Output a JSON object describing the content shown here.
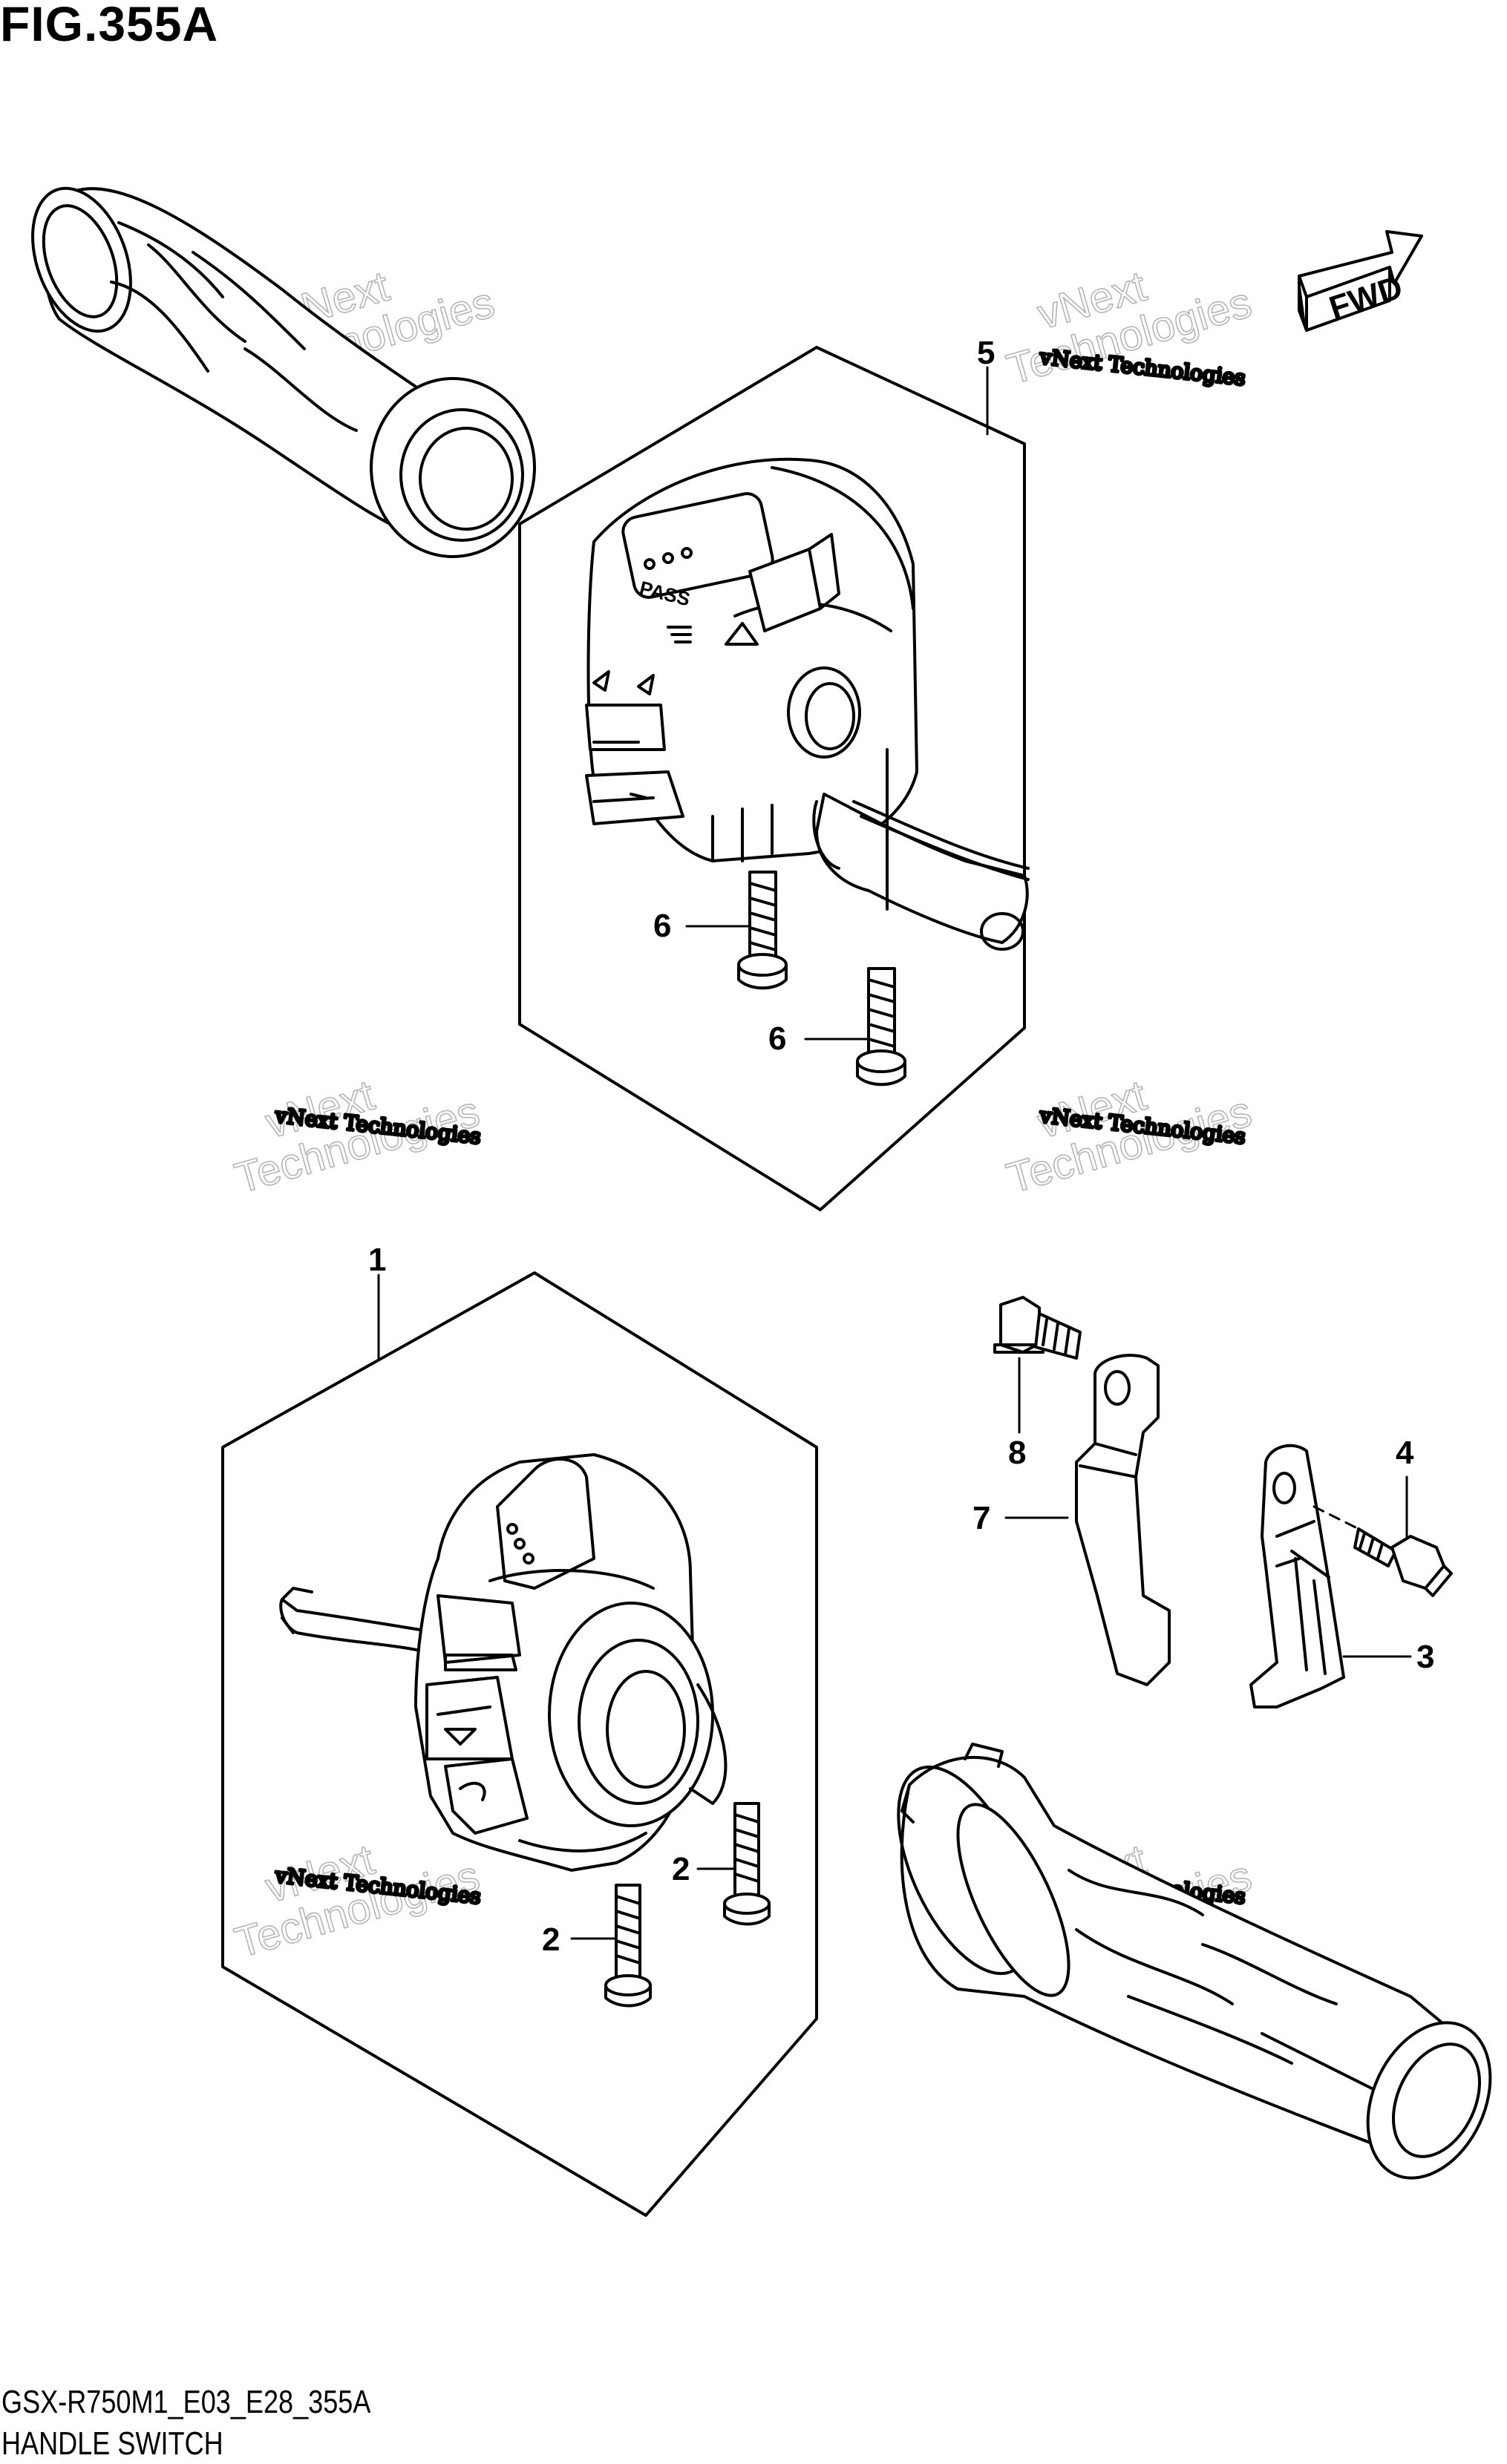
{
  "figure": {
    "title": "FIG.355A",
    "code": "GSX-R750M1_E03_E28_355A",
    "name": "HANDLE SWITCH"
  },
  "direction_badge": {
    "label": "FWD",
    "icon": "forward-arrow-icon"
  },
  "callouts": [
    {
      "id": "c5",
      "label": "5"
    },
    {
      "id": "c6a",
      "label": "6"
    },
    {
      "id": "c6b",
      "label": "6"
    },
    {
      "id": "c1",
      "label": "1"
    },
    {
      "id": "c8",
      "label": "8"
    },
    {
      "id": "c7",
      "label": "7"
    },
    {
      "id": "c4",
      "label": "4"
    },
    {
      "id": "c3",
      "label": "3"
    },
    {
      "id": "c2a",
      "label": "2"
    },
    {
      "id": "c2b",
      "label": "2"
    }
  ],
  "switch_labels": {
    "pass": "PASS"
  },
  "watermark": {
    "line1": "vNext",
    "line2": "Technologies",
    "line3": "vNext Technologies"
  }
}
